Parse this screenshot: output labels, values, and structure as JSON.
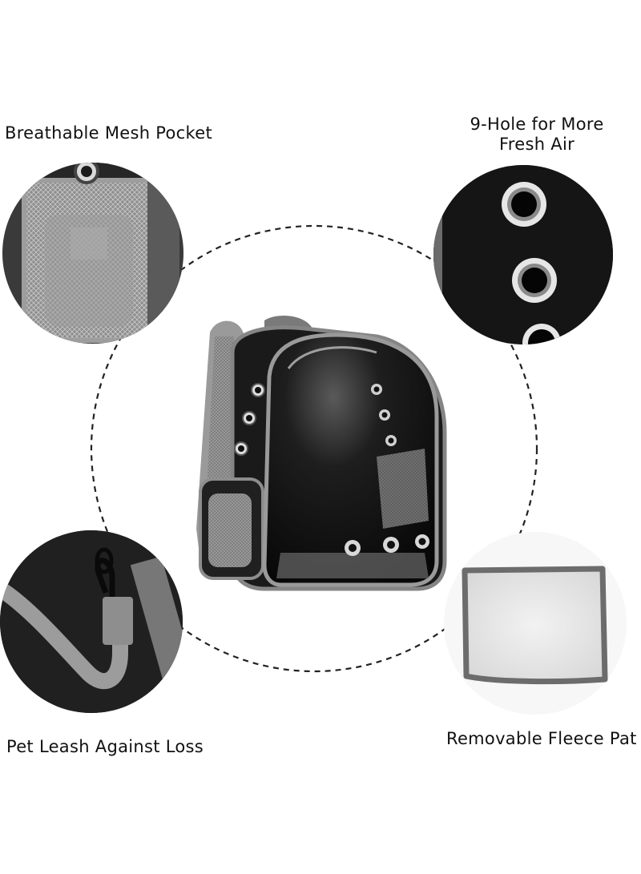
{
  "features": {
    "mesh_pocket": {
      "label": "Breathable Mesh Pocket"
    },
    "air_holes": {
      "line1": "9-Hole for More",
      "line2": "Fresh Air"
    },
    "pet_leash": {
      "label": "Pet Leash Against Loss"
    },
    "fleece_pad": {
      "label": "Removable Fleece Pat"
    }
  },
  "colors": {
    "carrier_black": "#1a1a1a",
    "trim_gray": "#8c8c8c",
    "mesh_gray": "#9a9a9a",
    "fleece_white": "#e9e9e9",
    "dashed_circle": "#222222"
  }
}
